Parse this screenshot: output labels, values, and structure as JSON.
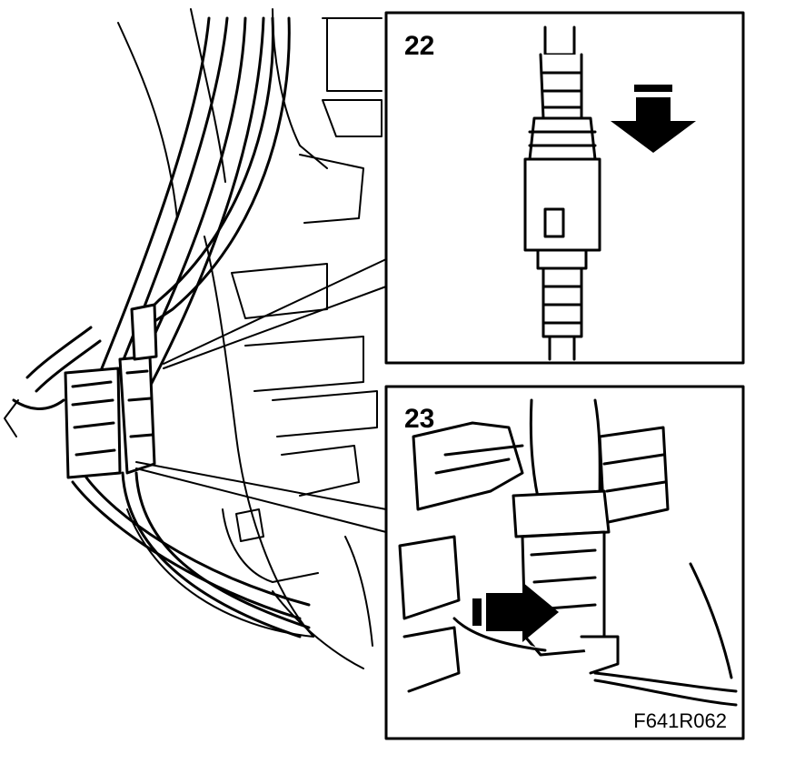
{
  "figure": {
    "callouts": [
      {
        "number": "22"
      },
      {
        "number": "23"
      }
    ],
    "figure_code": "F641R062"
  },
  "colors": {
    "ink": "#000000",
    "paper": "#ffffff"
  },
  "icons": [
    "arrow-down-icon",
    "arrow-right-icon"
  ]
}
